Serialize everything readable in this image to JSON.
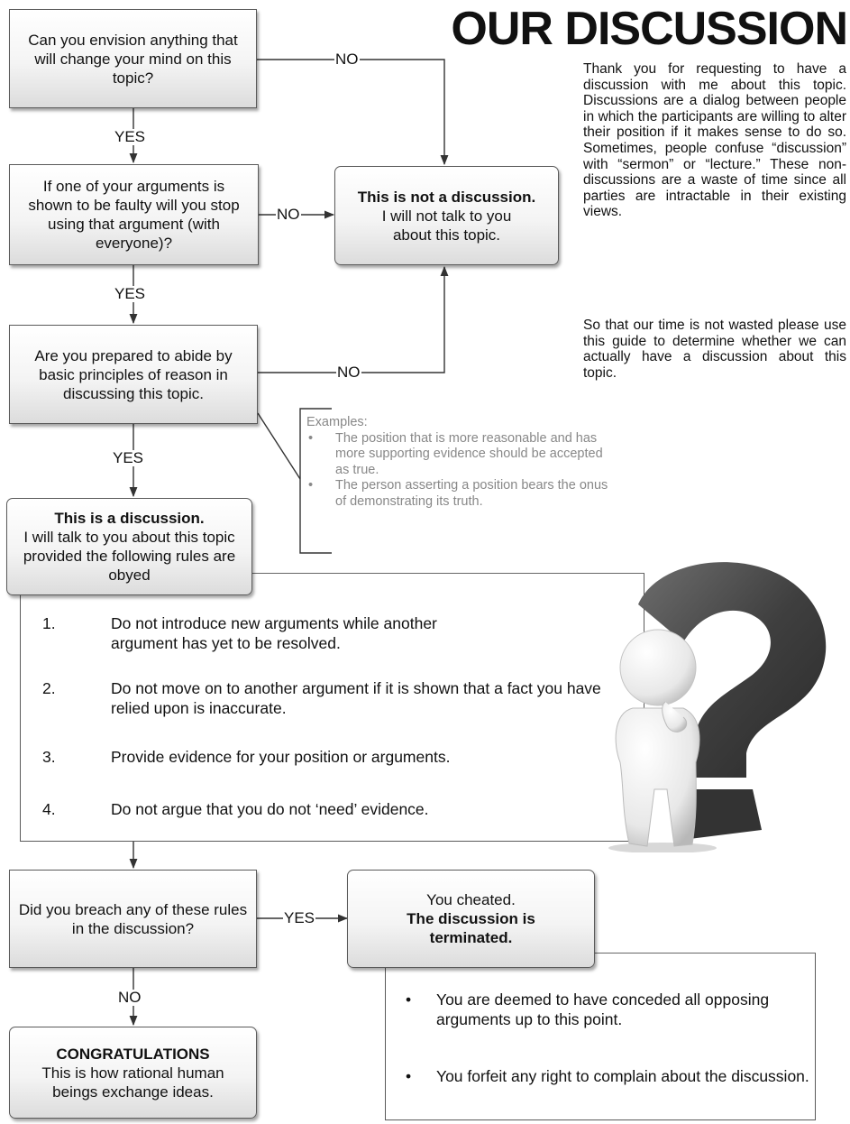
{
  "title": "OUR DISCUSSION",
  "intro": {
    "p1": "Thank you for requesting to have a discussion with me about this topic. Discussions are a dialog between people in which the participants are willing to alter their position if it makes sense to do so. Sometimes, people confuse “discussion” with “sermon” or “lecture.” These non-discussions are a waste of time since all parties are intractable in their existing views.",
    "p2": "So that our time is not wasted please use this guide to determine whether we can actually have a discussion about this topic."
  },
  "questions": {
    "q1": "Can you envision anything that will change your mind on this topic?",
    "q2": "If one of your arguments is shown to be faulty will you stop using that argument (with everyone)?",
    "q3": "Are you prepared to abide by basic principles of reason in discussing this topic.",
    "q4": "Did you breach any of these rules in the discussion?"
  },
  "labels": {
    "yes": "YES",
    "no": "NO"
  },
  "not_discussion": {
    "title": "This is not a discussion.",
    "body": "I will not talk to you about this topic."
  },
  "examples": {
    "heading": "Examples:",
    "items": [
      "The position that is more reasonable and has more supporting evidence should be accepted as true.",
      "The person asserting a position bears the onus of demonstrating its truth."
    ]
  },
  "discussion": {
    "title": "This is a discussion.",
    "body": "I will talk to you about this topic provided the following rules are obyed"
  },
  "rules": [
    {
      "num": "1.",
      "text": "Do not introduce new arguments while another argument has yet to be resolved."
    },
    {
      "num": "2.",
      "text": "Do not move on to another argument if it is shown that a fact you have relied upon is inaccurate."
    },
    {
      "num": "3.",
      "text": "Provide evidence for your position or arguments."
    },
    {
      "num": "4.",
      "text": "Do not argue that you do not ‘need’ evidence."
    }
  ],
  "cheated": {
    "line1": "You cheated.",
    "line2": "The discussion is terminated."
  },
  "consequences": [
    "You are deemed to have conceded all opposing arguments up to this point.",
    "You forfeit any right to complain about the discussion."
  ],
  "bullet": "•",
  "congrats": {
    "title": "CONGRATULATIONS",
    "body": "This is how rational human beings exchange ideas."
  },
  "graphic": {
    "icon": "question-mark-figure-icon",
    "color": "#4a4a4a"
  }
}
